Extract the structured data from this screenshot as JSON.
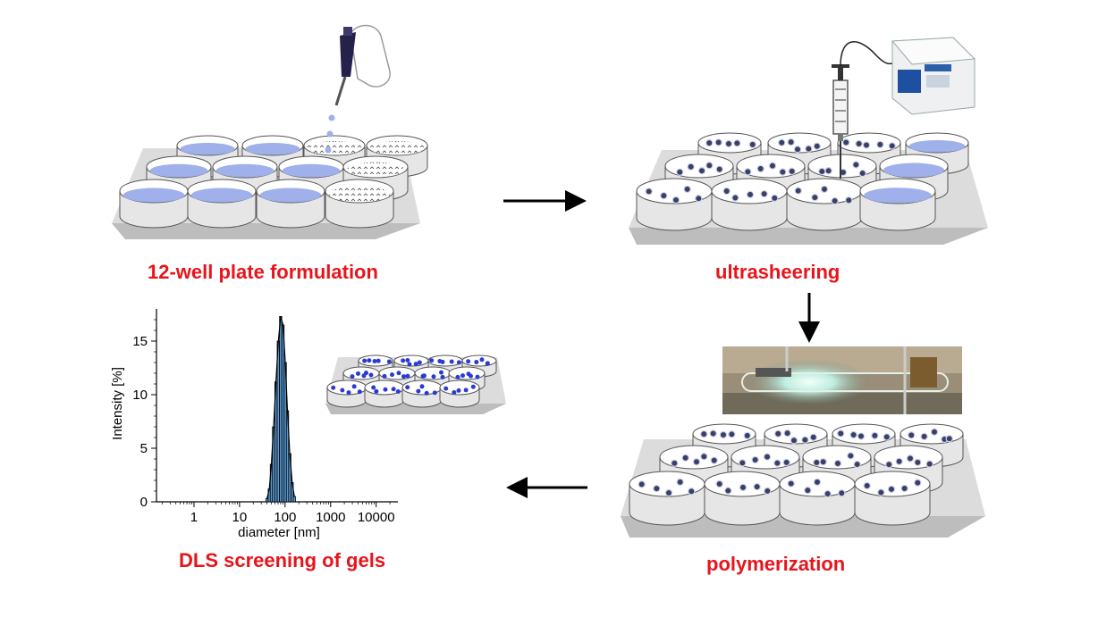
{
  "steps": {
    "formulation": {
      "label": "12-well plate formulation"
    },
    "ultrasheering": {
      "label": "ultrasheering"
    },
    "polymerization": {
      "label": "polymerization"
    },
    "dls": {
      "label": "DLS screening of gels"
    }
  },
  "colors": {
    "caption": "#e8141b",
    "liquid": "#9fb0ea",
    "well_wall": "#e6e6e6",
    "bar_fill": "#5b9bd5",
    "particle": "#3a3f66"
  },
  "chart_data": {
    "type": "bar",
    "title": "",
    "xlabel": "diameter [nm]",
    "ylabel": "Intensity [%]",
    "xscale": "log",
    "xlim": [
      0.15,
      30000
    ],
    "ylim": [
      0,
      18
    ],
    "xticks": [
      "1",
      "10",
      "100",
      "1000",
      "10000"
    ],
    "yticks": [
      "0",
      "5",
      "10",
      "15"
    ],
    "bins": [
      {
        "x": 40,
        "y": 0.3
      },
      {
        "x": 45,
        "y": 1.2
      },
      {
        "x": 50,
        "y": 3.5
      },
      {
        "x": 56,
        "y": 7.0
      },
      {
        "x": 63,
        "y": 11.2
      },
      {
        "x": 71,
        "y": 15.0
      },
      {
        "x": 80,
        "y": 17.3
      },
      {
        "x": 90,
        "y": 16.5
      },
      {
        "x": 101,
        "y": 13.0
      },
      {
        "x": 113,
        "y": 8.5
      },
      {
        "x": 127,
        "y": 4.5
      },
      {
        "x": 143,
        "y": 1.8
      },
      {
        "x": 160,
        "y": 0.5
      }
    ]
  }
}
